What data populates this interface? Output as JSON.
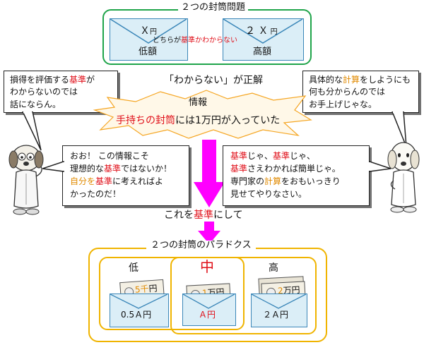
{
  "top_panel": {
    "title": "２つの封筒問題",
    "env_left_top": "Ｘ",
    "env_left_unit": "円",
    "env_left_label": "低額",
    "env_right_top": "２ Ｘ",
    "env_right_unit": "円",
    "env_right_label": "高額",
    "middle_prefix": "どちらが",
    "middle_red": "基準かわからない"
  },
  "speech_left": {
    "line1_pre": "損得を評価する",
    "line1_red": "基準",
    "line1_post": "が",
    "line2": "わからないのでは",
    "line3": "話にならん。"
  },
  "speech_right": {
    "line1_pre": "具体的な",
    "line1_orange": "計算",
    "line1_post": "をしようにも",
    "line2": "何も分からんのでは",
    "line3": "お手上げじゃな。"
  },
  "center": {
    "answer": "「わからない」が正解",
    "info_heading": "情報",
    "info_red": "手持ちの封筒",
    "info_rest": "には1万円が入っていた"
  },
  "bubble_left": {
    "line1": "おお！ この情報こそ",
    "line2_pre": "理想的な",
    "line2_red": "基準",
    "line2_post": "ではないか！",
    "line3_orange": "自分を",
    "line3_red": "基準",
    "line3_post": "に考えればよ",
    "line4": "かったのだ！"
  },
  "bubble_right": {
    "w1": "基準",
    "j1": "じゃ、",
    "w2": "基準",
    "j2": "じゃ、",
    "w3": "基準",
    "rest": "さえわかれば簡単じゃ。",
    "line2_pre": "専門家の",
    "line2_orange": "計算",
    "line2_post": "をおもいっきり",
    "line3": "見せてやりなさい。"
  },
  "arrow_label": {
    "pre": "これを",
    "red": "基準",
    "post": "にして"
  },
  "bottom_panel": {
    "title": "２つの封筒のパラドクス",
    "col_low": "低",
    "col_mid": "中",
    "col_high": "高",
    "note_low_value": "5千",
    "note_low_unit": "円",
    "note_mid_value": "1",
    "note_mid_unit": "万円",
    "note_high_value": "2",
    "note_high_unit": "万円",
    "env_low": "0.5Ａ円",
    "env_mid": "Ａ円",
    "env_high": "２Ａ円"
  },
  "colors": {
    "green_border": "#1fa44a",
    "orange_border": "#f0b400",
    "magenta_arrow": "#ff00ff",
    "red_text": "#e0101a",
    "orange_text": "#e08a00"
  }
}
